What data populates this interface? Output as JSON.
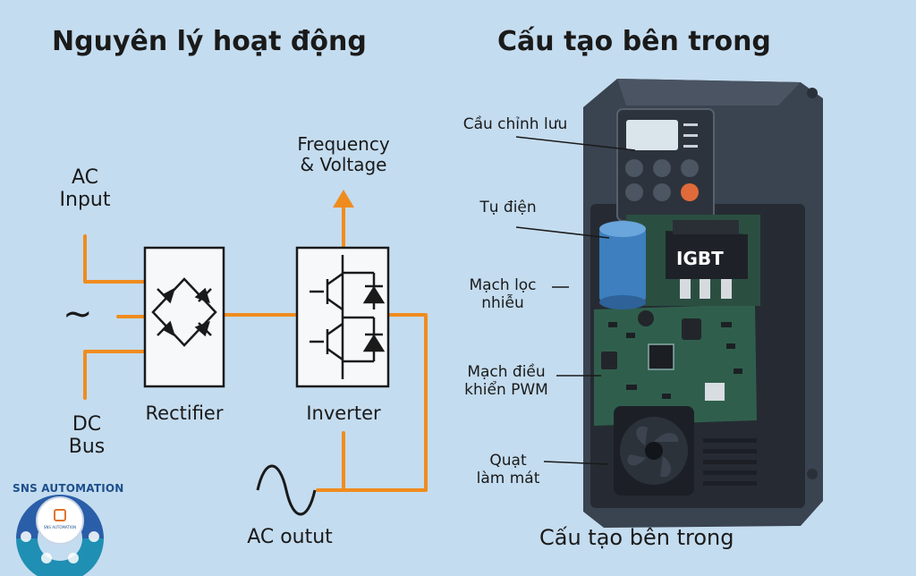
{
  "titles": {
    "left": "Nguyên lý hoạt động",
    "right": "Cấu tạo bên trong",
    "bottom": "Cấu tạo bên trong"
  },
  "principle": {
    "ac_input": [
      "AC",
      "Input"
    ],
    "dc_bus": [
      "DC",
      "Bus"
    ],
    "rectifier": "Rectifier",
    "inverter": "Inverter",
    "output_arrow": [
      "Frequency",
      "& Voltage"
    ],
    "ac_output": "AC outut",
    "sine_symbol": "~"
  },
  "components": {
    "rectifier_bridge": "Cầu chỉnh lưu",
    "capacitor": "Tụ điện",
    "filter": [
      "Mạch lọc",
      "nhiễu"
    ],
    "pwm": [
      "Mạch điều",
      "khiển PWM"
    ],
    "fan": [
      "Quạt",
      "làm mát"
    ],
    "igbt_chip": "IGBT"
  },
  "brand": {
    "name": "SNS AUTOMATION",
    "badge": "SNS AUTOMATION"
  },
  "colors": {
    "wire": "#f08c1e",
    "line": "#1a1a1a",
    "background": "#c4dcef",
    "box_fill": "#f6f8fa",
    "housing": "#3a4350",
    "pcb": "#2f5f4c",
    "capacitor": "#3d7fbf"
  }
}
